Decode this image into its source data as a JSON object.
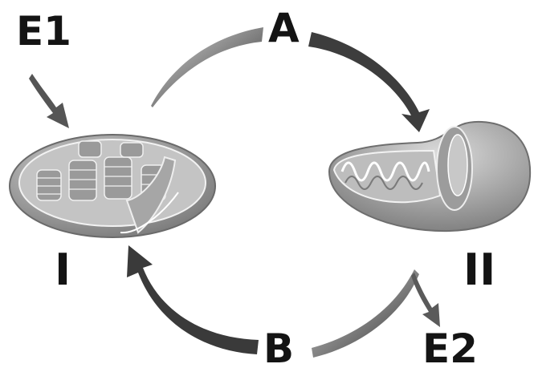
{
  "labels": {
    "e1": "E1",
    "a": "A",
    "i": "I",
    "ii": "II",
    "b": "B",
    "e2": "E2"
  },
  "organelles": {
    "left": "chloroplast",
    "right": "mitochondrion"
  },
  "colors": {
    "arrow": "#3a3a3a",
    "organelle_fill": "#b8b8b8",
    "text": "#141414"
  }
}
